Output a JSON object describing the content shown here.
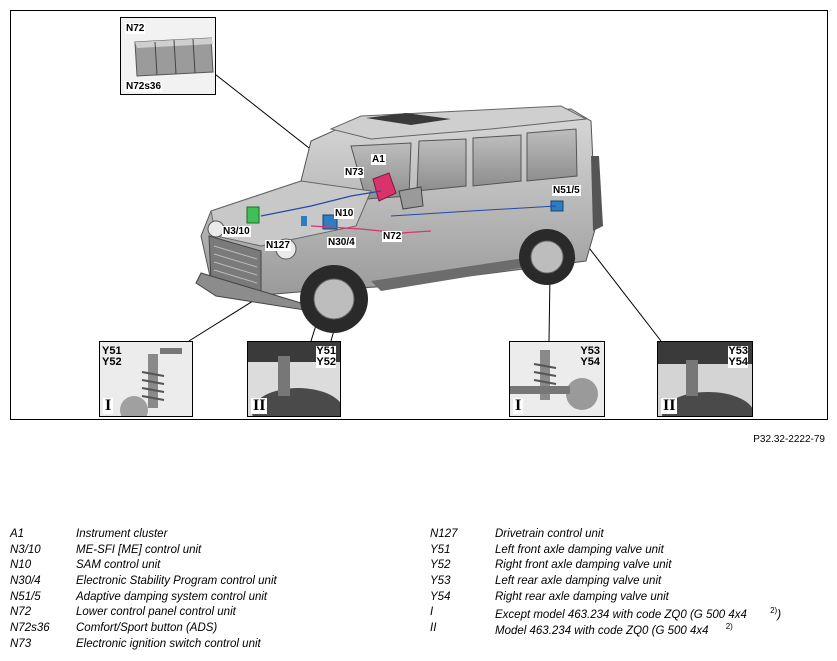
{
  "figure": {
    "id": "P32.32-2222-79",
    "labels": {
      "n72_top": "N72",
      "n72s36": "N72s36",
      "a1": "A1",
      "n73": "N73",
      "n10": "N10",
      "n72_body": "N72",
      "n3_10": "N3/10",
      "n127": "N127",
      "n30_4": "N30/4",
      "n51_5": "N51/5"
    },
    "insets": [
      {
        "roman": "I",
        "labels": [
          "Y51",
          "Y52"
        ]
      },
      {
        "roman": "II",
        "labels": [
          "Y51",
          "Y52"
        ]
      },
      {
        "roman": "I",
        "labels": [
          "Y53",
          "Y54"
        ]
      },
      {
        "roman": "II",
        "labels": [
          "Y53",
          "Y54"
        ]
      }
    ]
  },
  "legend": {
    "left": [
      {
        "code": "A1",
        "desc": "Instrument cluster"
      },
      {
        "code": "N3/10",
        "desc": "ME-SFI [ME] control unit"
      },
      {
        "code": "N10",
        "desc": "SAM control unit"
      },
      {
        "code": "N30/4",
        "desc": "Electronic Stability Program control unit"
      },
      {
        "code": "N51/5",
        "desc": "Adaptive damping system control unit"
      },
      {
        "code": "N72",
        "desc": "Lower control panel control unit"
      },
      {
        "code": "N72s36",
        "desc": "Comfort/Sport button (ADS)"
      },
      {
        "code": "N73",
        "desc": "Electronic ignition switch control unit"
      }
    ],
    "right": [
      {
        "code": "N127",
        "desc": "Drivetrain control unit"
      },
      {
        "code": "Y51",
        "desc": "Left front axle damping valve unit"
      },
      {
        "code": "Y52",
        "desc": "Right front axle damping valve unit"
      },
      {
        "code": "Y53",
        "desc": "Left rear axle damping valve unit"
      },
      {
        "code": "Y54",
        "desc": "Right rear axle damping valve unit"
      },
      {
        "code": "I",
        "desc": "Except model 463.234 with code ZQ0 (G 500 4x4",
        "sup": "2)",
        "tail": ")"
      },
      {
        "code": "II",
        "desc": "Model 463.234 with code ZQ0 (G 500 4x4",
        "sup": "2)",
        "tail": ""
      }
    ]
  }
}
